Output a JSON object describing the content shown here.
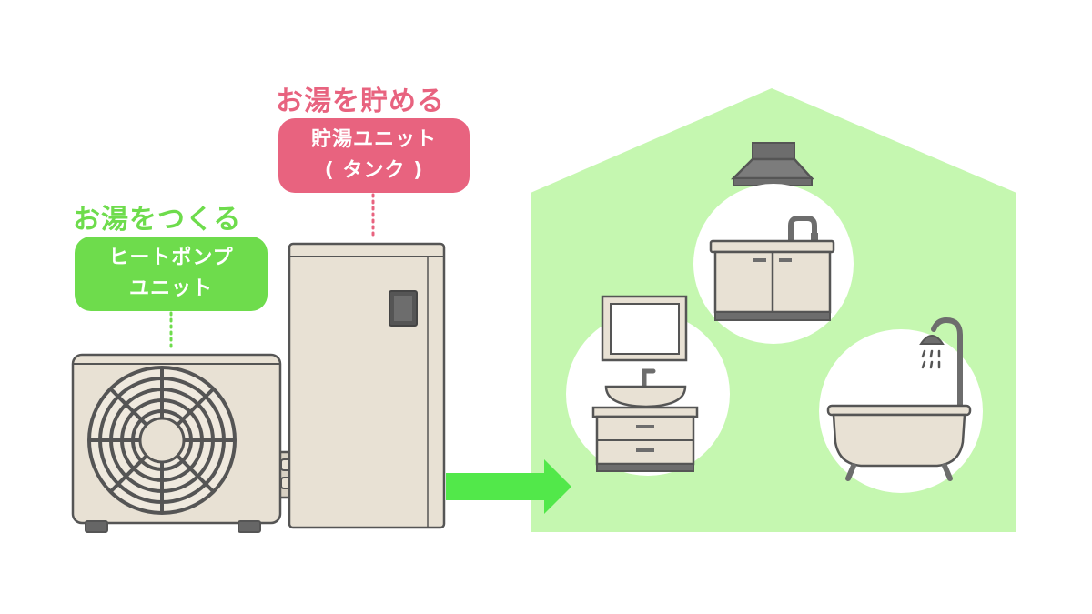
{
  "storage": {
    "heading": "お湯を貯める",
    "label_line1": "貯湯ユニット",
    "label_line2": "( タンク )"
  },
  "heat_pump": {
    "heading": "お湯をつくる",
    "label_line1": "ヒートポンプ",
    "label_line2": "ユニット"
  },
  "colors": {
    "storage_accent": "#e8637f",
    "heat_pump_accent": "#6edc4c",
    "house_fill": "#c5f7b0",
    "arrow": "#52e84a",
    "appliance_body": "#e8e1d4",
    "appliance_outline": "#555555",
    "circle_fill": "#ffffff"
  },
  "icons": {
    "house": "house-silhouette",
    "heat_pump": "heat-pump-outdoor-unit",
    "tank": "hot-water-storage-tank",
    "kitchen": "kitchen-sink-and-range-hood",
    "washbasin": "washbasin-vanity",
    "bath": "bathtub-with-shower"
  }
}
